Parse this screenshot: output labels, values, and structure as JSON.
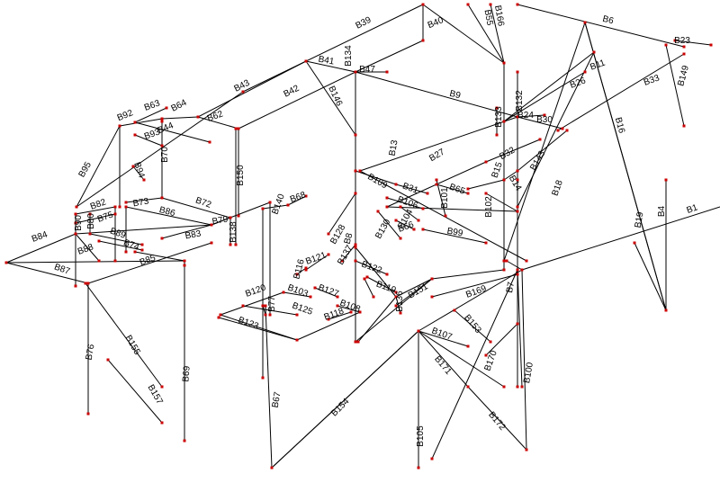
{
  "view": {
    "background": "#ffffff",
    "line_color": "#000000",
    "node_color": "#cc0000",
    "label_color": "#000000"
  },
  "members": [
    {
      "id": "B39",
      "label": "B39"
    },
    {
      "id": "B40",
      "label": "B40"
    },
    {
      "id": "B55",
      "label": "B55"
    },
    {
      "id": "B166",
      "label": "B166"
    },
    {
      "id": "B6",
      "label": "B6"
    },
    {
      "id": "B23",
      "label": "B23"
    },
    {
      "id": "B41",
      "label": "B41"
    },
    {
      "id": "B134",
      "label": "B134"
    },
    {
      "id": "B47",
      "label": "B47"
    },
    {
      "id": "B43",
      "label": "B43"
    },
    {
      "id": "B42",
      "label": "B42"
    },
    {
      "id": "B146",
      "label": "B146"
    },
    {
      "id": "B11",
      "label": "B11"
    },
    {
      "id": "B33",
      "label": "B33"
    },
    {
      "id": "B149",
      "label": "B149"
    },
    {
      "id": "B26",
      "label": "B26"
    },
    {
      "id": "B9",
      "label": "B9"
    },
    {
      "id": "B132",
      "label": "B132"
    },
    {
      "id": "B64",
      "label": "B64"
    },
    {
      "id": "B62",
      "label": "B62"
    },
    {
      "id": "B92",
      "label": "B92"
    },
    {
      "id": "B63",
      "label": "B63"
    },
    {
      "id": "B133",
      "label": "B133"
    },
    {
      "id": "B24",
      "label": "B24"
    },
    {
      "id": "B30",
      "label": "B30"
    },
    {
      "id": "B16",
      "label": "B16"
    },
    {
      "id": "B44",
      "label": "B44"
    },
    {
      "id": "B93",
      "label": "B93"
    },
    {
      "id": "B13",
      "label": "B13"
    },
    {
      "id": "B32",
      "label": "B32"
    },
    {
      "id": "B143",
      "label": "B143"
    },
    {
      "id": "B70",
      "label": "B70"
    },
    {
      "id": "B150",
      "label": "B150"
    },
    {
      "id": "B95",
      "label": "B95"
    },
    {
      "id": "B94",
      "label": "B94"
    },
    {
      "id": "B27",
      "label": "B27"
    },
    {
      "id": "B15",
      "label": "B15"
    },
    {
      "id": "B14",
      "label": "B14"
    },
    {
      "id": "B18",
      "label": "B18"
    },
    {
      "id": "B109",
      "label": "B109"
    },
    {
      "id": "B31",
      "label": "B31"
    },
    {
      "id": "B65",
      "label": "B65"
    },
    {
      "id": "B101",
      "label": "B101"
    },
    {
      "id": "B102",
      "label": "B102"
    },
    {
      "id": "B82",
      "label": "B82"
    },
    {
      "id": "B73",
      "label": "B73"
    },
    {
      "id": "B72",
      "label": "B72"
    },
    {
      "id": "B140",
      "label": "B140"
    },
    {
      "id": "B68",
      "label": "B68"
    },
    {
      "id": "B106",
      "label": "B106"
    },
    {
      "id": "B19",
      "label": "B19"
    },
    {
      "id": "B4",
      "label": "B4"
    },
    {
      "id": "B90",
      "label": "B90"
    },
    {
      "id": "B80",
      "label": "B80"
    },
    {
      "id": "B75",
      "label": "B75"
    },
    {
      "id": "B86",
      "label": "B86"
    },
    {
      "id": "B79",
      "label": "B79"
    },
    {
      "id": "B138",
      "label": "B138"
    },
    {
      "id": "B128",
      "label": "B128"
    },
    {
      "id": "B8",
      "label": "B8"
    },
    {
      "id": "B130",
      "label": "B130"
    },
    {
      "id": "B104",
      "label": "B104"
    },
    {
      "id": "B66",
      "label": "B66"
    },
    {
      "id": "B84",
      "label": "B84"
    },
    {
      "id": "B89",
      "label": "B89"
    },
    {
      "id": "B83",
      "label": "B83"
    },
    {
      "id": "B99",
      "label": "B99"
    },
    {
      "id": "B74",
      "label": "B74"
    },
    {
      "id": "B88",
      "label": "B88"
    },
    {
      "id": "B85",
      "label": "B85"
    },
    {
      "id": "B121",
      "label": "B121"
    },
    {
      "id": "B137",
      "label": "B137"
    },
    {
      "id": "B116",
      "label": "B116"
    },
    {
      "id": "B87",
      "label": "B87"
    },
    {
      "id": "B122",
      "label": "B122"
    },
    {
      "id": "B7",
      "label": "B7"
    },
    {
      "id": "B127",
      "label": "B127"
    },
    {
      "id": "B151",
      "label": "B151"
    },
    {
      "id": "B120",
      "label": "B120"
    },
    {
      "id": "B103",
      "label": "B103"
    },
    {
      "id": "B119",
      "label": "B119"
    },
    {
      "id": "B169",
      "label": "B169"
    },
    {
      "id": "B77",
      "label": "B77"
    },
    {
      "id": "B125",
      "label": "B125"
    },
    {
      "id": "B108",
      "label": "B108"
    },
    {
      "id": "B136",
      "label": "B136"
    },
    {
      "id": "B118",
      "label": "B118"
    },
    {
      "id": "B123",
      "label": "B123"
    },
    {
      "id": "B153",
      "label": "B153"
    },
    {
      "id": "B107",
      "label": "B107"
    },
    {
      "id": "B76",
      "label": "B76"
    },
    {
      "id": "B155",
      "label": "B155"
    },
    {
      "id": "B69",
      "label": "B69"
    },
    {
      "id": "B171",
      "label": "B171"
    },
    {
      "id": "B170",
      "label": "B170"
    },
    {
      "id": "B100",
      "label": "B100"
    },
    {
      "id": "B157",
      "label": "B157"
    },
    {
      "id": "B67",
      "label": "B67"
    },
    {
      "id": "B154",
      "label": "B154"
    },
    {
      "id": "B105",
      "label": "B105"
    },
    {
      "id": "B172",
      "label": "B172"
    },
    {
      "id": "B1",
      "label": "B1"
    }
  ]
}
